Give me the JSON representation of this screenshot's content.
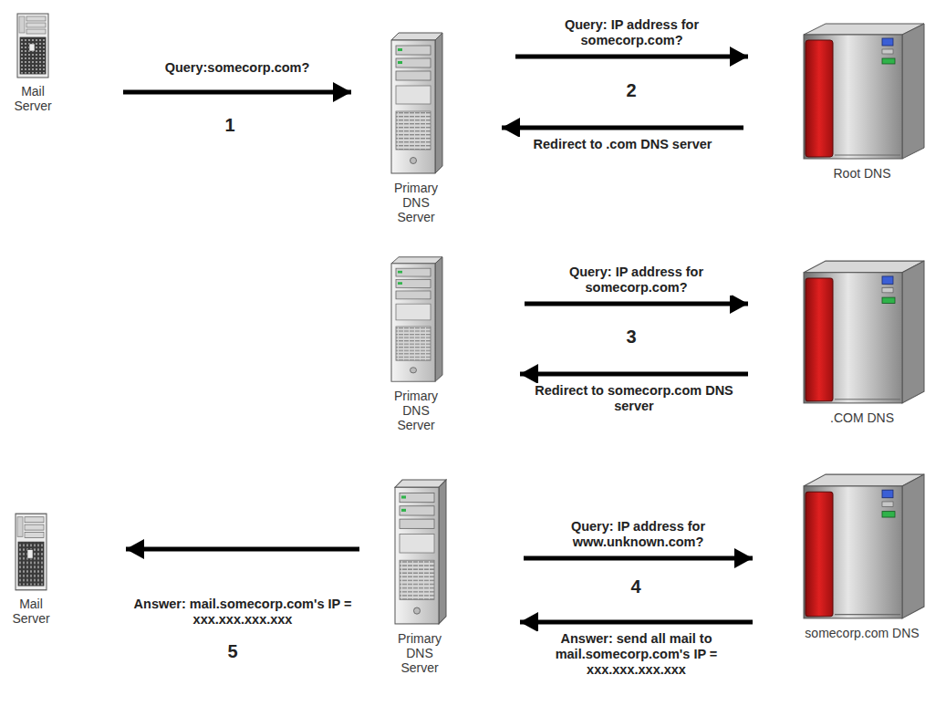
{
  "diagram": {
    "nodes": [
      {
        "text": [
          "Mail Server"
        ]
      },
      {
        "text": [
          "Primary DNS Server"
        ]
      },
      {
        "text": [
          "Root DNS"
        ]
      },
      {
        "text": [
          "Primary DNS Server"
        ]
      },
      {
        "text": [
          ".COM DNS"
        ]
      },
      {
        "text": [
          "Mail Server"
        ]
      },
      {
        "text": [
          "Primary DNS Server"
        ]
      },
      {
        "text": [
          "somecorp.com DNS"
        ]
      }
    ],
    "edges": [
      {
        "from": 0,
        "to": 1,
        "label": "Query:somecorp.com?",
        "arrow": "to"
      },
      {
        "from": 1,
        "to": 2,
        "label": "Query: IP address for somecorp.com?",
        "arrow": "to"
      },
      {
        "from": 2,
        "to": 1,
        "label": "Redirect to .com DNS server",
        "arrow": "to"
      },
      {
        "from": 3,
        "to": 4,
        "label": "Query: IP address for somecorp.com?",
        "arrow": "to"
      },
      {
        "from": 4,
        "to": 3,
        "label": "Redirect to somecorp.com DNS server",
        "arrow": "to"
      },
      {
        "from": 6,
        "to": 7,
        "label": "Query: IP address for www.unknown.com?",
        "arrow": "to"
      },
      {
        "from": 7,
        "to": 6,
        "label": "Answer: send all mail to mail.somecorp.com's IP = xxx.xxx.xxx.xxx",
        "arrow": "to"
      },
      {
        "from": 6,
        "to": 5,
        "label": "Answer: mail.somecorp.com's IP = xxx.xxx.xxx.xxx",
        "arrow": "to"
      }
    ],
    "labels": [
      "1",
      "2",
      "3",
      "4",
      "5"
    ]
  }
}
